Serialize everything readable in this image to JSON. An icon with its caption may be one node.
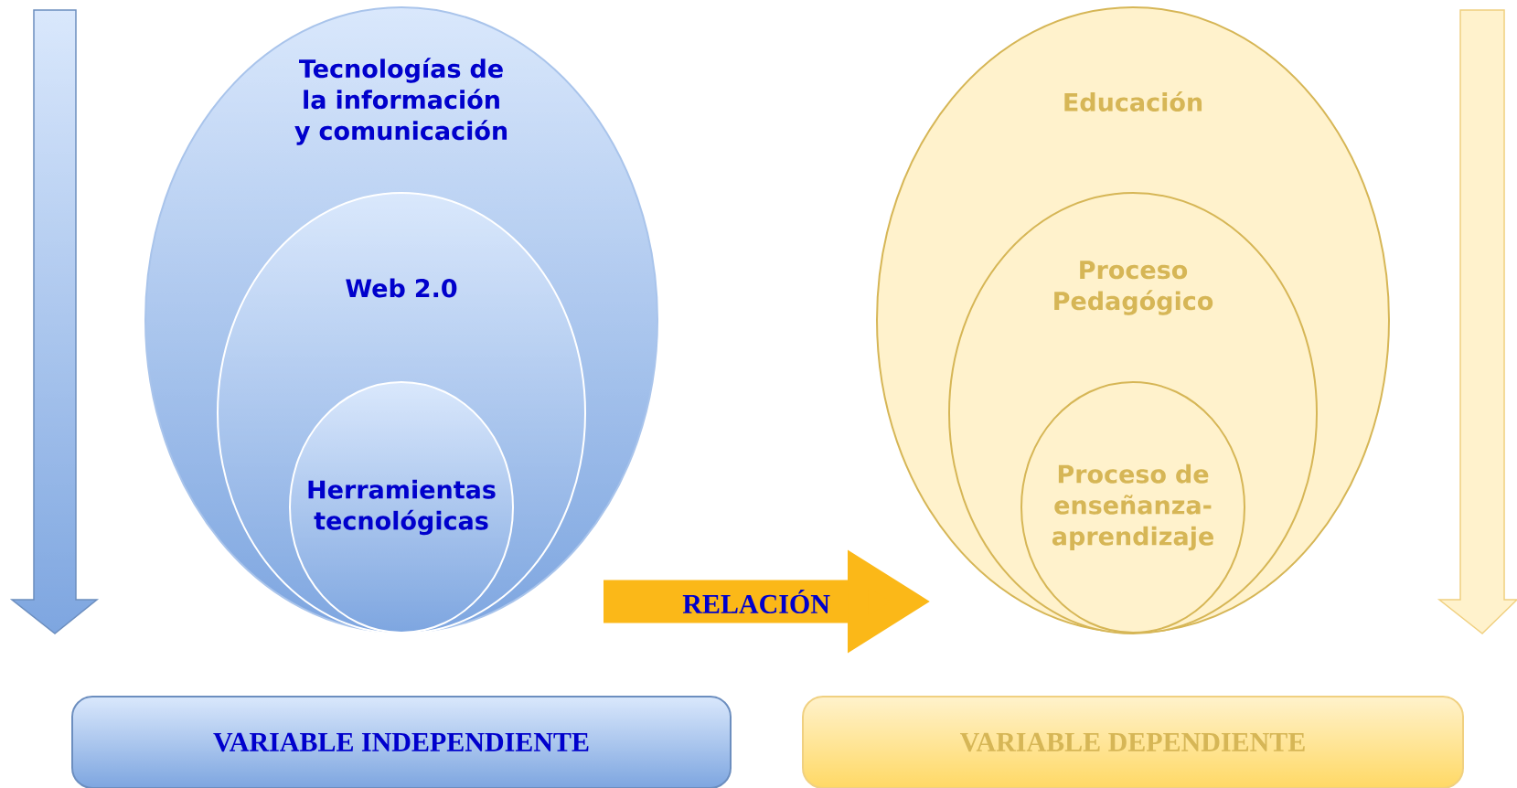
{
  "diagram": {
    "nodes": [
      {
        "text": [
          "Tecnologías de la información y comunicación"
        ]
      },
      {
        "text": [
          "Web 2.0"
        ],
        "in": 0
      },
      {
        "text": [
          "Herramientas tecnológicas"
        ],
        "in": 1
      },
      {
        "text": [
          "Educación"
        ]
      },
      {
        "text": [
          "Proceso Pedagógico"
        ],
        "in": 3
      },
      {
        "text": [
          "Proceso de enseñanza-aprendizaje"
        ],
        "in": 4
      },
      {
        "text": [
          "VARIABLE INDEPENDIENTE"
        ]
      },
      {
        "text": [
          "VARIABLE DEPENDIENTE"
        ]
      }
    ],
    "edges": [
      {
        "from": 0,
        "to": 3,
        "arrow": "to",
        "label": "RELACIÓN"
      }
    ]
  }
}
